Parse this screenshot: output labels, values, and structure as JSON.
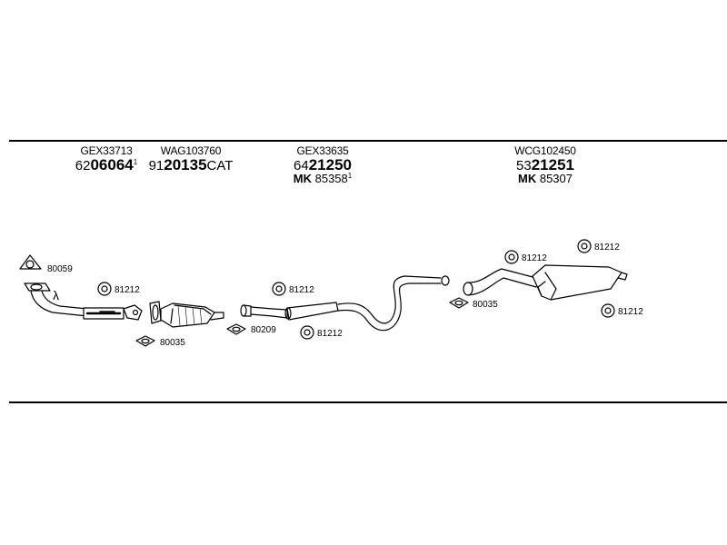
{
  "groups": [
    {
      "code": "GEX33713",
      "pn_prefix": "62",
      "pn_bold": "06064",
      "pn_sup": "1",
      "pn_suffix": ""
    },
    {
      "code": "WAG103760",
      "pn_prefix": "91",
      "pn_bold": "20135",
      "pn_sup": "",
      "pn_suffix": "CAT"
    },
    {
      "code": "GEX33635",
      "pn_prefix": "64",
      "pn_bold": "21250",
      "pn_sup": "",
      "pn_suffix": "",
      "mk_prefix": "MK",
      "mk_number": "85358",
      "mk_sup": "1"
    },
    {
      "code": "WCG102450",
      "pn_prefix": "53",
      "pn_bold": "21251",
      "pn_sup": "",
      "pn_suffix": "",
      "mk_prefix": "MK",
      "mk_number": "85307",
      "mk_sup": ""
    }
  ],
  "labels": {
    "gasket_80059": "80059",
    "lambda_symbol": "λ",
    "clamp_81212_a": "81212",
    "gasket_80035_a": "80035",
    "clamp_81212_b": "81212",
    "gasket_80209": "80209",
    "clamp_81212_c": "81212",
    "gasket_80035_b": "80035",
    "clamp_81212_d": "81212",
    "clamp_81212_e": "81212",
    "clamp_81212_f": "81212"
  }
}
